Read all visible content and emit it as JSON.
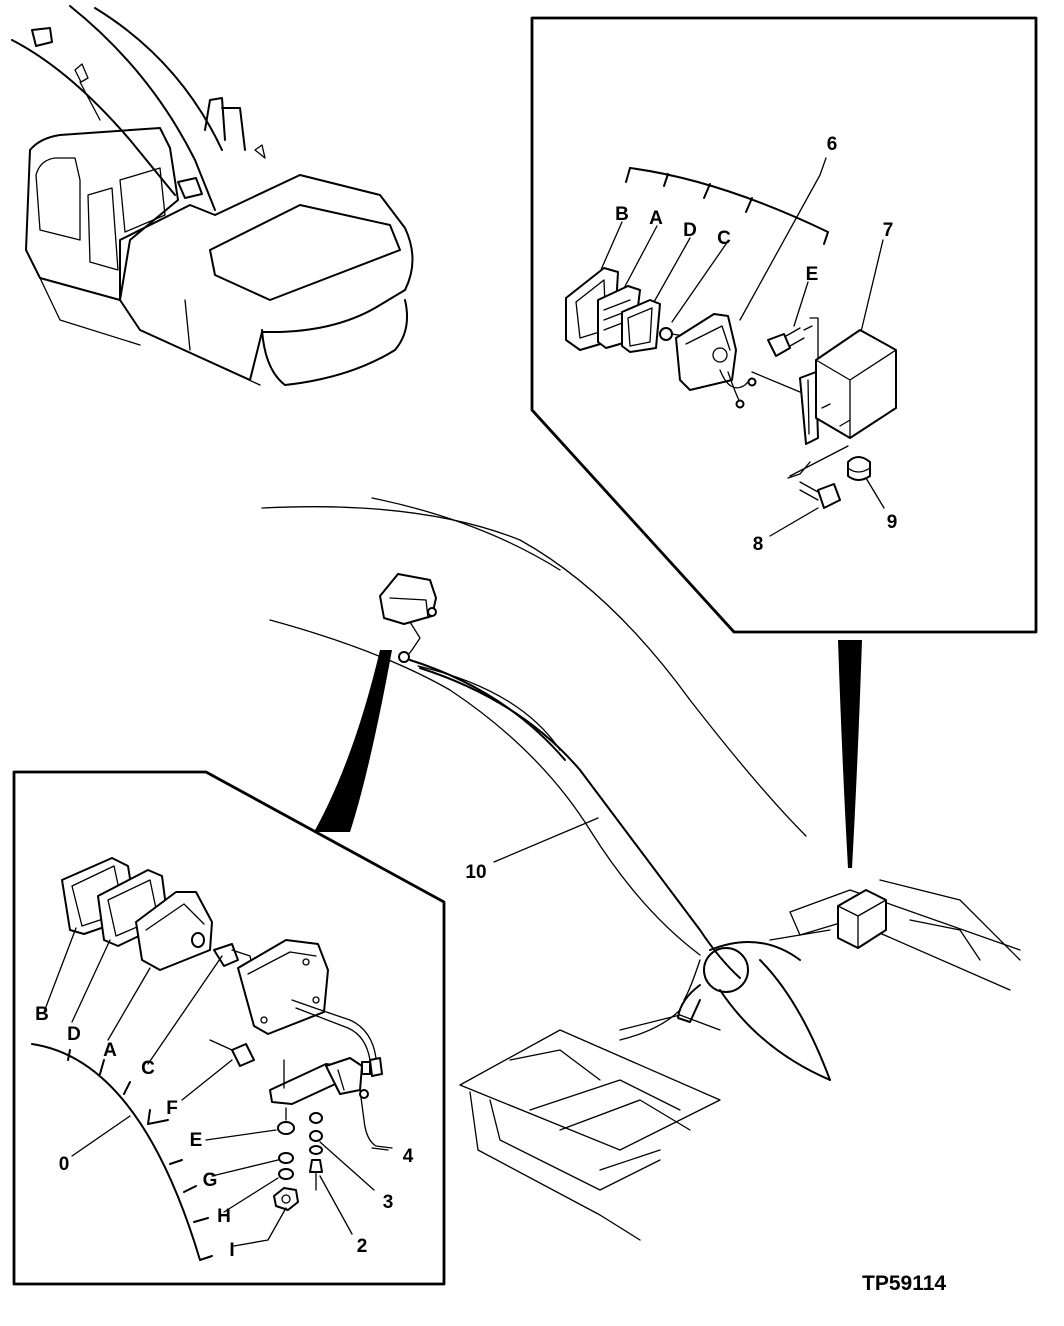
{
  "figure_ref": "TP59114",
  "detail_upper": {
    "callouts": [
      "6",
      "7",
      "8",
      "9"
    ],
    "letters": [
      "B",
      "A",
      "D",
      "C",
      "E"
    ]
  },
  "detail_lower": {
    "callouts": [
      "0",
      "2",
      "3",
      "4"
    ],
    "letters": [
      "B",
      "D",
      "A",
      "C",
      "F",
      "E",
      "G",
      "H",
      "I"
    ]
  },
  "main": {
    "callouts": [
      "10"
    ]
  }
}
